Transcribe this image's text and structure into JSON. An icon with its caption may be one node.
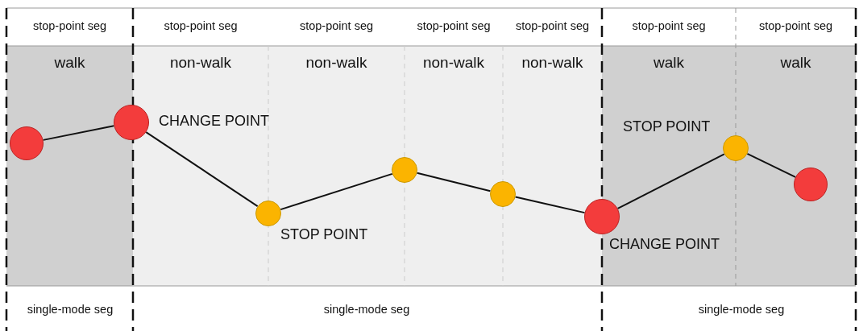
{
  "diagram": {
    "nodes": [
      {
        "text": [],
        "shape": "circle"
      },
      {
        "text": [],
        "shape": "circle",
        "beside": [
          "CHANGE POINT"
        ]
      },
      {
        "text": [],
        "shape": "circle",
        "beside": [
          "STOP POINT"
        ]
      },
      {
        "text": [],
        "shape": "circle"
      },
      {
        "text": [],
        "shape": "circle"
      },
      {
        "text": [],
        "shape": "circle",
        "beside": [
          "CHANGE POINT"
        ]
      },
      {
        "text": [],
        "shape": "circle",
        "beside": [
          "STOP POINT"
        ]
      },
      {
        "text": [],
        "shape": "circle"
      }
    ],
    "edges": [
      {
        "from": 0,
        "to": 1,
        "arrow": "none"
      },
      {
        "from": 1,
        "to": 2,
        "arrow": "none"
      },
      {
        "from": 2,
        "to": 3,
        "arrow": "none"
      },
      {
        "from": 3,
        "to": 4,
        "arrow": "none"
      },
      {
        "from": 4,
        "to": 5,
        "arrow": "none"
      },
      {
        "from": 5,
        "to": 6,
        "arrow": "none"
      },
      {
        "from": 6,
        "to": 7,
        "arrow": "none"
      }
    ],
    "labels": [
      "stop-point seg",
      "stop-point seg",
      "stop-point seg",
      "stop-point seg",
      "stop-point seg",
      "stop-point seg",
      "stop-point seg",
      "walk",
      "non-walk",
      "non-walk",
      "non-walk",
      "non-walk",
      "walk",
      "walk",
      "single-mode seg",
      "single-mode seg",
      "single-mode seg"
    ]
  }
}
